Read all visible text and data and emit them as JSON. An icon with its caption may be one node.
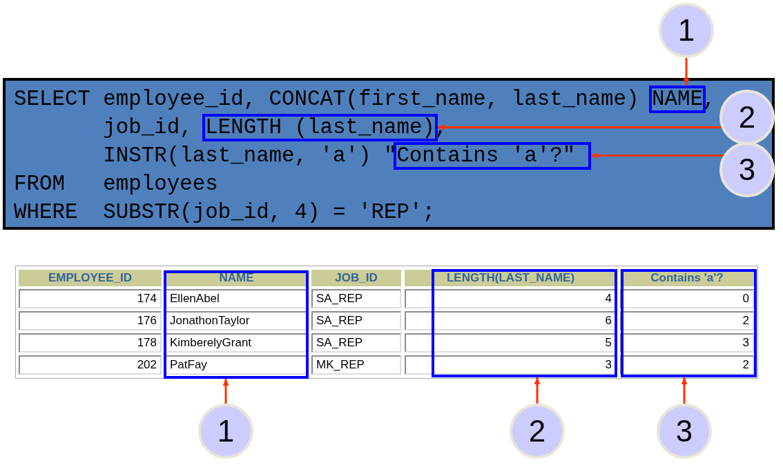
{
  "diagram": {
    "nodes": [
      {
        "text": [
          "1"
        ]
      },
      {
        "text": [
          "SELECT",
          "employee_id, CONCAT(first_name, last_name)",
          ",",
          "job_id,",
          ",",
          "INSTR(last_name, 'a') \"",
          "FROM",
          "employees",
          "WHERE",
          "SUBSTR(job_id, 4) = 'REP';"
        ]
      },
      {
        "text": [
          "NAME"
        ],
        "in": 1
      },
      {
        "text": [
          "LENGTH (last_name)"
        ],
        "in": 1
      },
      {
        "text": [
          "Contains 'a'?\""
        ],
        "in": 1
      },
      {
        "text": [
          "2"
        ],
        "in": 1
      },
      {
        "text": [
          "3"
        ],
        "in": 1
      },
      {
        "text": [],
        "shape": "box"
      },
      {
        "text": [],
        "shape": "box"
      },
      {
        "text": [],
        "shape": "box"
      },
      {
        "text": [
          "1"
        ]
      },
      {
        "text": [
          "2"
        ]
      },
      {
        "text": [
          "3"
        ]
      }
    ],
    "edges": [
      {
        "from": 0,
        "to": 2,
        "arrow": "to"
      },
      {
        "from": 5,
        "to": 3,
        "arrow": "to"
      },
      {
        "from": 6,
        "to": 4,
        "arrow": "to"
      },
      {
        "from": 10,
        "to": 7,
        "arrow": "to"
      },
      {
        "from": 11,
        "to": 8,
        "arrow": "to"
      },
      {
        "from": 12,
        "to": 9,
        "arrow": "to"
      }
    ],
    "labels": [
      "EMPLOYEE_ID",
      "NAME",
      "JOB_ID",
      "LENGTH(LAST_NAME)",
      "Contains 'a'?",
      "174",
      "EllenAbel",
      "SA_REP",
      "4",
      "0",
      "176",
      "JonathonTaylor",
      "SA_REP",
      "6",
      "2",
      "178",
      "KimberelyGrant",
      "SA_REP",
      "5",
      "3",
      "202",
      "PatFay",
      "MK_REP",
      "3",
      "2"
    ]
  }
}
